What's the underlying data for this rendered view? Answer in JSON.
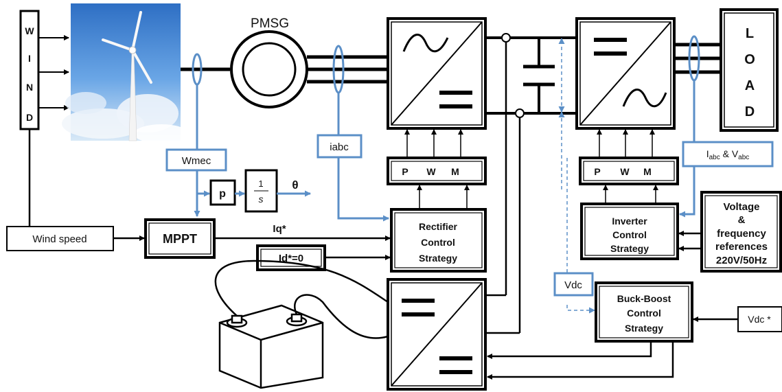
{
  "wind": {
    "letters": [
      "W",
      "I",
      "N",
      "D"
    ]
  },
  "generator": {
    "label": "PMSG"
  },
  "load": {
    "letters": [
      "L",
      "O",
      "A",
      "D"
    ]
  },
  "pwm": {
    "letters": [
      "P",
      "W",
      "M"
    ]
  },
  "signals": {
    "wmec": "Wmec",
    "iabc": "iabc",
    "iabc_vabc_i": "I",
    "iabc_vabc_sub1": "abc",
    "iabc_vabc_amp": " & V",
    "iabc_vabc_sub2": "abc",
    "vdc": "Vdc",
    "theta": "θ",
    "iq_ref": "Iq*"
  },
  "blocks": {
    "gain": "p",
    "integrator_num": "1",
    "integrator_den": "s",
    "wind_speed": "Wind speed",
    "mppt": "MPPT",
    "id_ref": "Id*=0",
    "vdc_ref": "Vdc *",
    "rectifier_ctrl": [
      "Rectifier",
      "Control",
      "Strategy"
    ],
    "inverter_ctrl": [
      "Inverter",
      "Control",
      "Strategy"
    ],
    "buckboost_ctrl": [
      "Buck-Boost",
      "Control",
      "Strategy"
    ],
    "references": [
      "Voltage",
      "&",
      "frequency",
      "references",
      "220V/50Hz"
    ]
  },
  "colors": {
    "signal_blue": "#5b8fc7",
    "line": "#000000",
    "sky": "#4a8fd8"
  }
}
